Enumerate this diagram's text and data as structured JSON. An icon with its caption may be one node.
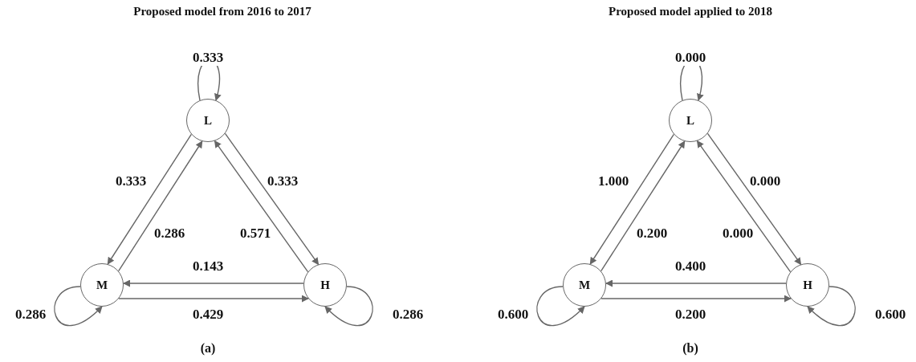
{
  "diagram": {
    "nodes": [
      {
        "text": [
          "L"
        ]
      },
      {
        "text": [
          "M"
        ]
      },
      {
        "text": [
          "H"
        ]
      },
      {
        "text": [
          "L"
        ]
      },
      {
        "text": [
          "M"
        ]
      },
      {
        "text": [
          "H"
        ]
      }
    ],
    "edges": [
      {
        "from": 0,
        "to": 0,
        "arrow": "to",
        "label": "0.333"
      },
      {
        "from": 0,
        "to": 1,
        "arrow": "to",
        "label": "0.333"
      },
      {
        "from": 1,
        "to": 0,
        "arrow": "to",
        "label": "0.286"
      },
      {
        "from": 0,
        "to": 2,
        "arrow": "to",
        "label": "0.333"
      },
      {
        "from": 2,
        "to": 0,
        "arrow": "to",
        "label": "0.571"
      },
      {
        "from": 2,
        "to": 1,
        "arrow": "to",
        "label": "0.143"
      },
      {
        "from": 1,
        "to": 2,
        "arrow": "to",
        "label": "0.429"
      },
      {
        "from": 1,
        "to": 1,
        "arrow": "to",
        "label": "0.286"
      },
      {
        "from": 2,
        "to": 2,
        "arrow": "to",
        "label": "0.286"
      },
      {
        "from": 3,
        "to": 3,
        "arrow": "to",
        "label": "0.000"
      },
      {
        "from": 3,
        "to": 4,
        "arrow": "to",
        "label": "1.000"
      },
      {
        "from": 4,
        "to": 3,
        "arrow": "to",
        "label": "0.200"
      },
      {
        "from": 3,
        "to": 5,
        "arrow": "to",
        "label": "0.000"
      },
      {
        "from": 5,
        "to": 3,
        "arrow": "to",
        "label": "0.000"
      },
      {
        "from": 5,
        "to": 4,
        "arrow": "to",
        "label": "0.400"
      },
      {
        "from": 4,
        "to": 5,
        "arrow": "to",
        "label": "0.200"
      },
      {
        "from": 4,
        "to": 4,
        "arrow": "to",
        "label": "0.600"
      },
      {
        "from": 5,
        "to": 5,
        "arrow": "to",
        "label": "0.600"
      }
    ],
    "labels": [
      "Proposed model from 2016 to 2017",
      "(a)",
      "Proposed model applied to 2018",
      "(b)"
    ]
  }
}
